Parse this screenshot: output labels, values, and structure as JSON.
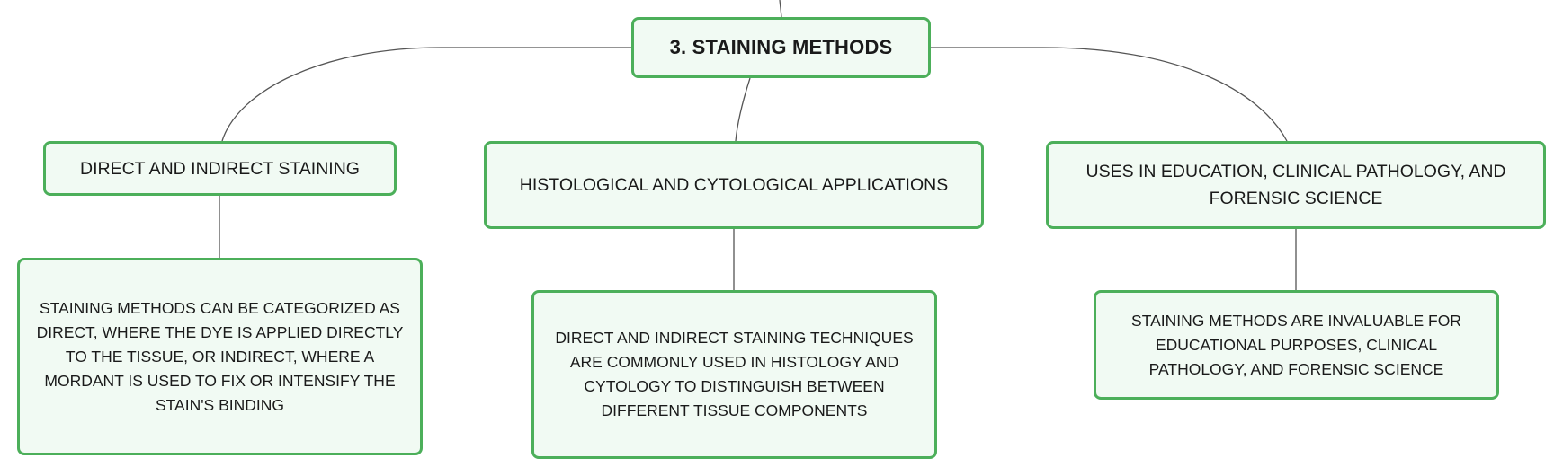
{
  "root": {
    "label": "3. STAINING METHODS"
  },
  "branches": [
    {
      "label": "DIRECT AND INDIRECT STAINING",
      "detail": "STAINING METHODS CAN BE CATEGORIZED AS DIRECT, WHERE THE DYE IS APPLIED DIRECTLY TO THE TISSUE, OR INDIRECT, WHERE A MORDANT IS USED TO FIX OR INTENSIFY THE STAIN'S BINDING"
    },
    {
      "label": "HISTOLOGICAL AND CYTOLOGICAL APPLICATIONS",
      "detail": "DIRECT AND INDIRECT STAINING TECHNIQUES ARE COMMONLY USED IN HISTOLOGY AND CYTOLOGY TO DISTINGUISH BETWEEN DIFFERENT TISSUE COMPONENTS"
    },
    {
      "label": "USES IN EDUCATION, CLINICAL PATHOLOGY, AND FORENSIC SCIENCE",
      "detail": "STAINING METHODS ARE INVALUABLE FOR EDUCATIONAL PURPOSES, CLINICAL PATHOLOGY, AND FORENSIC SCIENCE"
    }
  ],
  "colors": {
    "node_border": "#4caf5a",
    "node_fill": "#f1faf3",
    "connector": "#555555",
    "text": "#1a1a1a"
  }
}
